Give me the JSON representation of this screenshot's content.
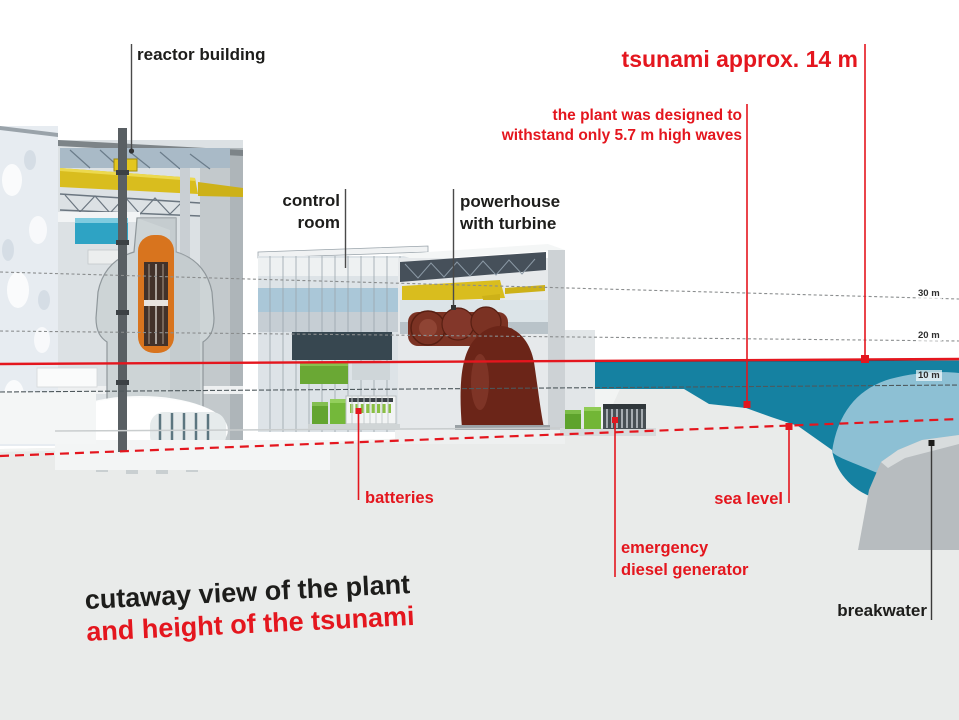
{
  "figure": {
    "caption_line1": "cutaway view of the plant",
    "caption_line2": "and height of the tsunami"
  },
  "labels": {
    "reactor_building": "reactor building",
    "control_room": [
      "control",
      "room"
    ],
    "powerhouse": [
      "powerhouse",
      "with turbine"
    ],
    "tsunami": "tsunami approx. 14 m",
    "design_note": [
      "the plant was designed to",
      "withstand only 5.7 m high waves"
    ],
    "batteries": "batteries",
    "sea_level": "sea level",
    "emergency_generator": [
      "emergency",
      "diesel generator"
    ],
    "breakwater": "breakwater"
  },
  "scale": {
    "m30": "30 m",
    "m20": "20 m",
    "m10": "10 m"
  },
  "measurements": {
    "tsunami_height_m": 14,
    "design_wave_height_m": 5.7
  },
  "colors": {
    "annotation_red": "#e4161e",
    "text_black": "#1d1d1b",
    "sea": "#1581a1",
    "tsunami_wave": "#93c3d7",
    "ground": "#e9ebea",
    "crane_yellow": "#d9bd1e",
    "turbine_maroon": "#6b2518",
    "reactor_orange": "#d8741e",
    "battery_green": "#6fb03a"
  }
}
